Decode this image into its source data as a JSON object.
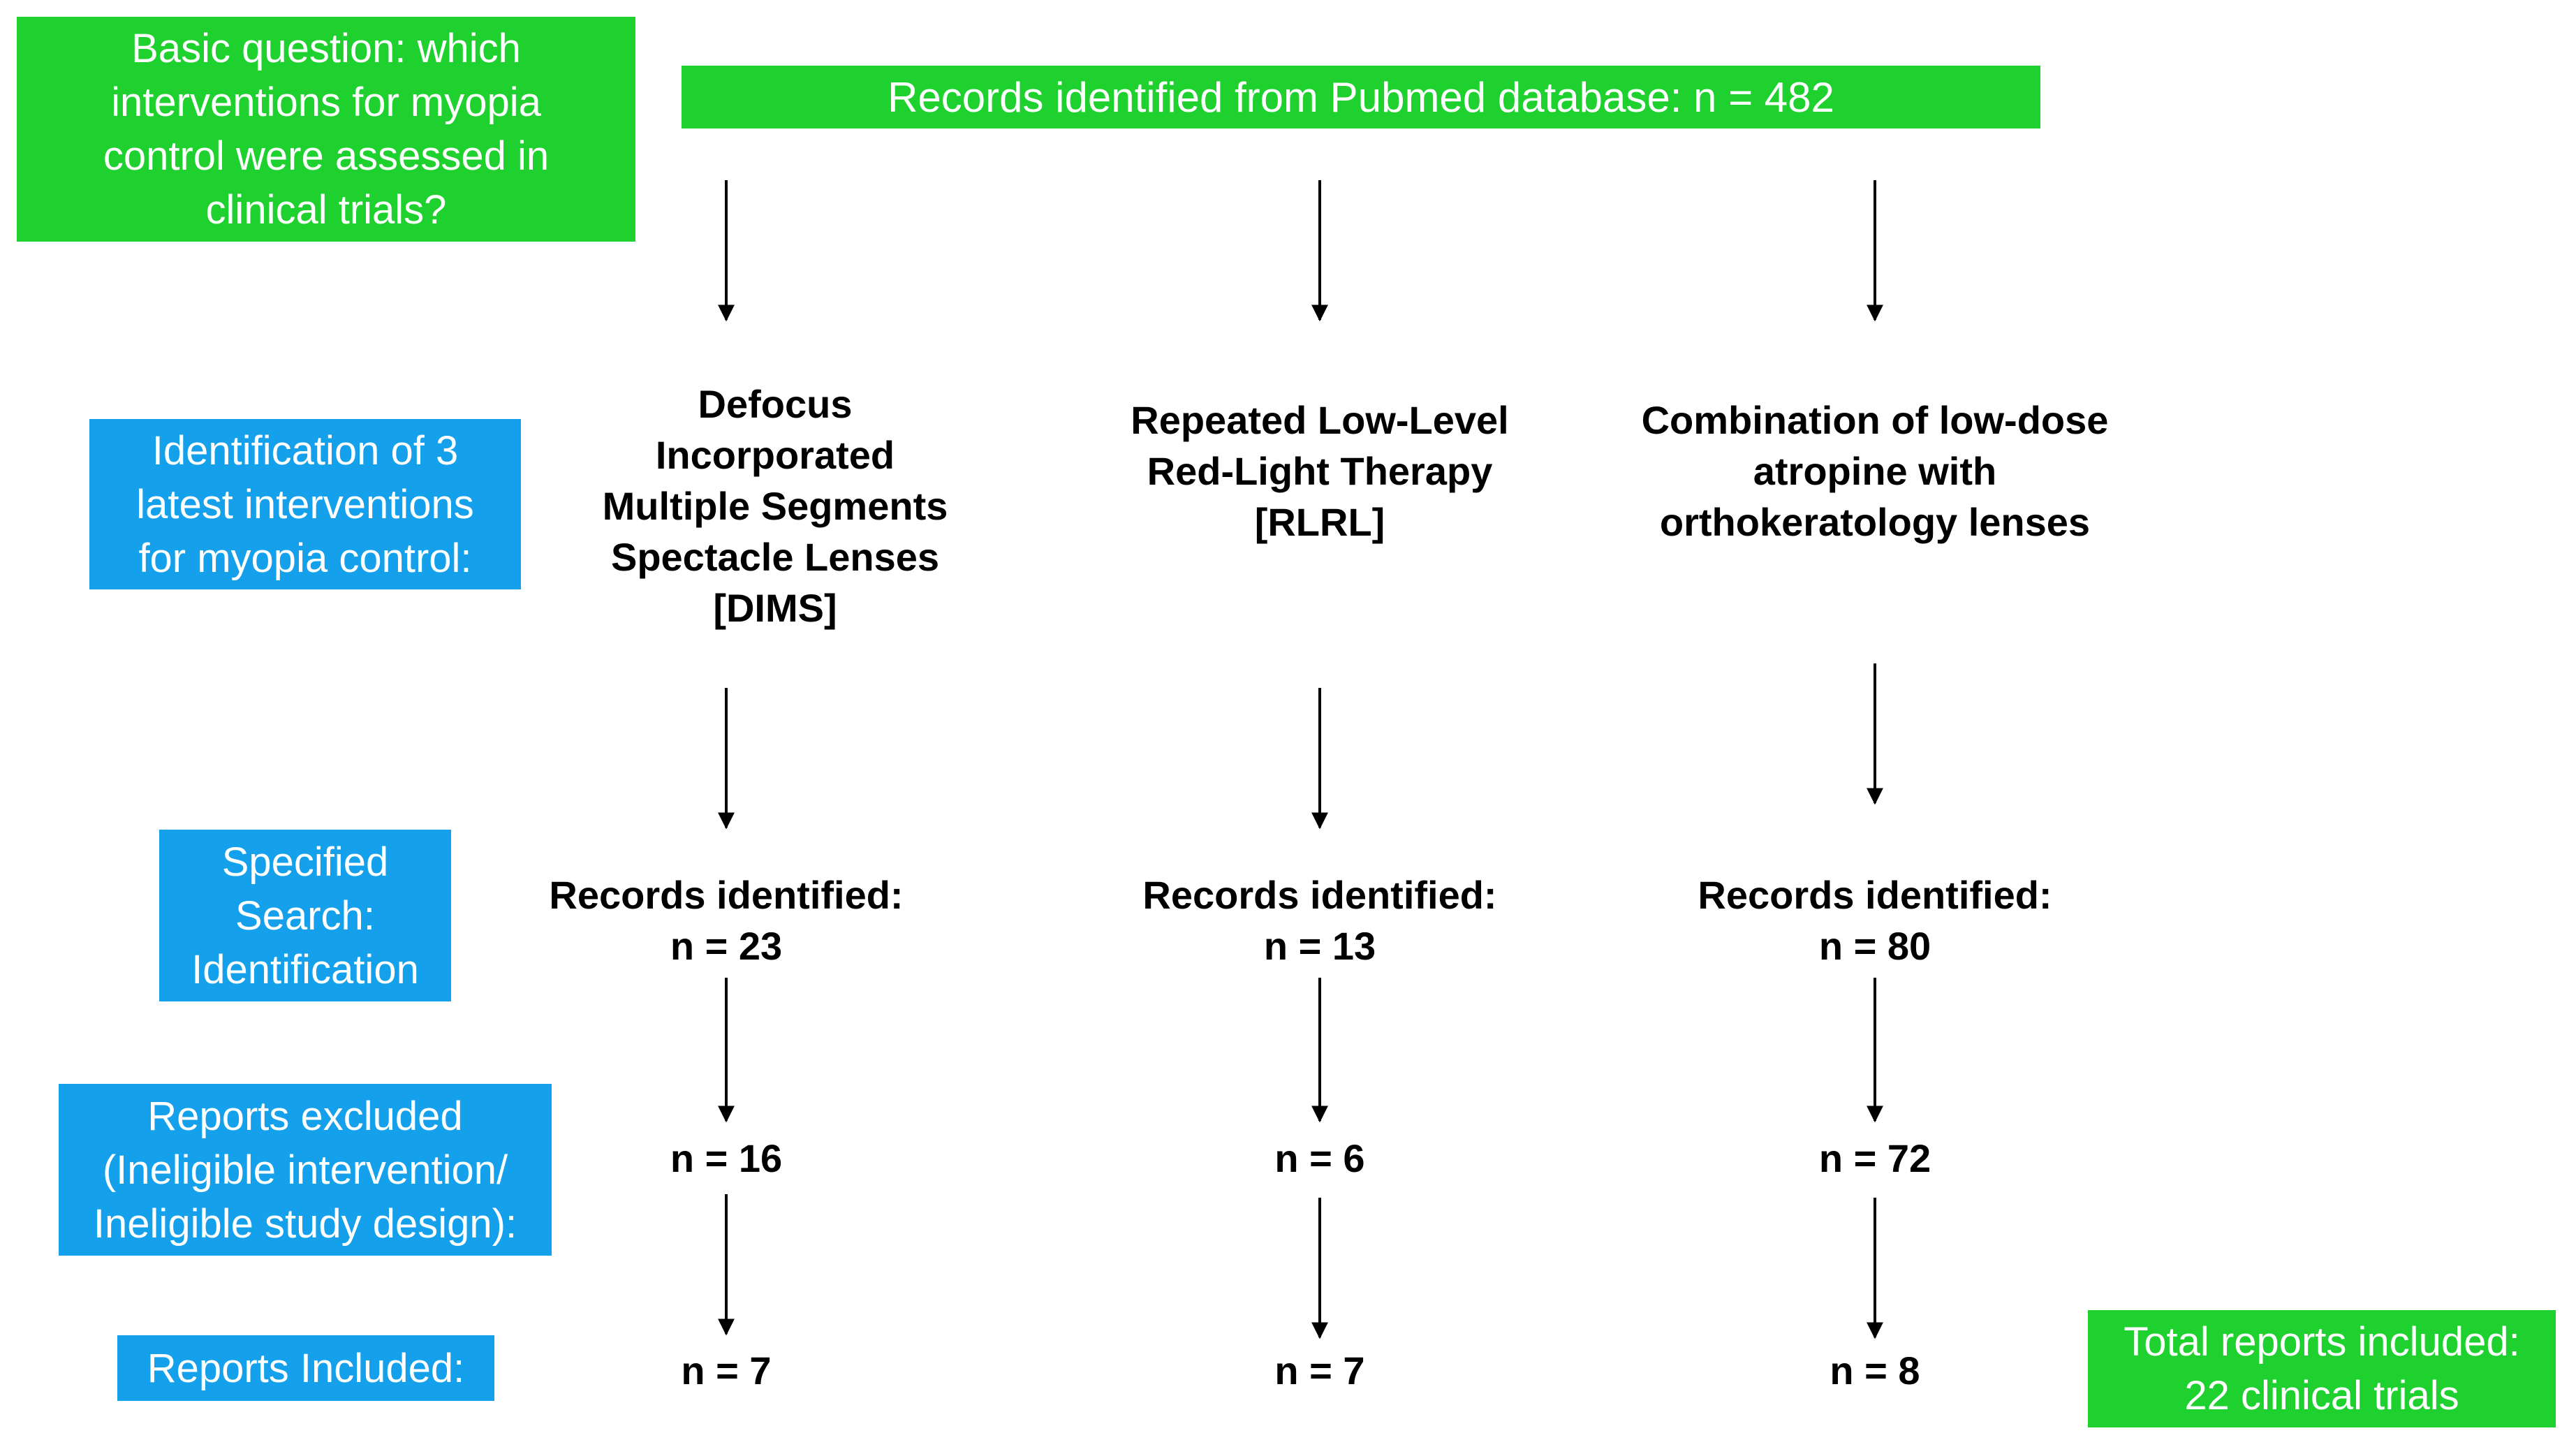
{
  "basic_question": {
    "lines": [
      "Basic question: which",
      "interventions for myopia",
      "control were assessed in",
      "clinical trials?"
    ]
  },
  "records_pubmed": {
    "text": "Records identified from Pubmed database: n = 482"
  },
  "row_labels": {
    "identification": [
      "Identification of 3",
      "latest interventions",
      "for myopia control:"
    ],
    "specified_search": [
      "Specified",
      "Search:",
      "Identification"
    ],
    "reports_excluded": [
      "Reports excluded",
      "(Ineligible intervention/",
      "Ineligible study design):"
    ],
    "reports_included": [
      "Reports Included:"
    ]
  },
  "columns": [
    {
      "intervention": [
        "Defocus",
        "Incorporated",
        "Multiple Segments",
        "Spectacle Lenses",
        "[DIMS]"
      ],
      "records_label": "Records identified:",
      "records_n": "n = 23",
      "excluded_n": "n = 16",
      "included_n": "n = 7"
    },
    {
      "intervention": [
        "Repeated Low-Level",
        "Red-Light Therapy",
        "[RLRL]"
      ],
      "records_label": "Records identified:",
      "records_n": "n = 13",
      "excluded_n": "n = 6",
      "included_n": "n = 7"
    },
    {
      "intervention": [
        "Combination of low-dose",
        "atropine with",
        "orthokeratology lenses"
      ],
      "records_label": "Records identified:",
      "records_n": "n = 80",
      "excluded_n": "n = 72",
      "included_n": "n = 8"
    }
  ],
  "total": {
    "lines": [
      "Total reports included:",
      "22 clinical trials"
    ]
  },
  "colors": {
    "green": "#1fd12f",
    "blue": "#14a0ea",
    "text": "#000000"
  }
}
